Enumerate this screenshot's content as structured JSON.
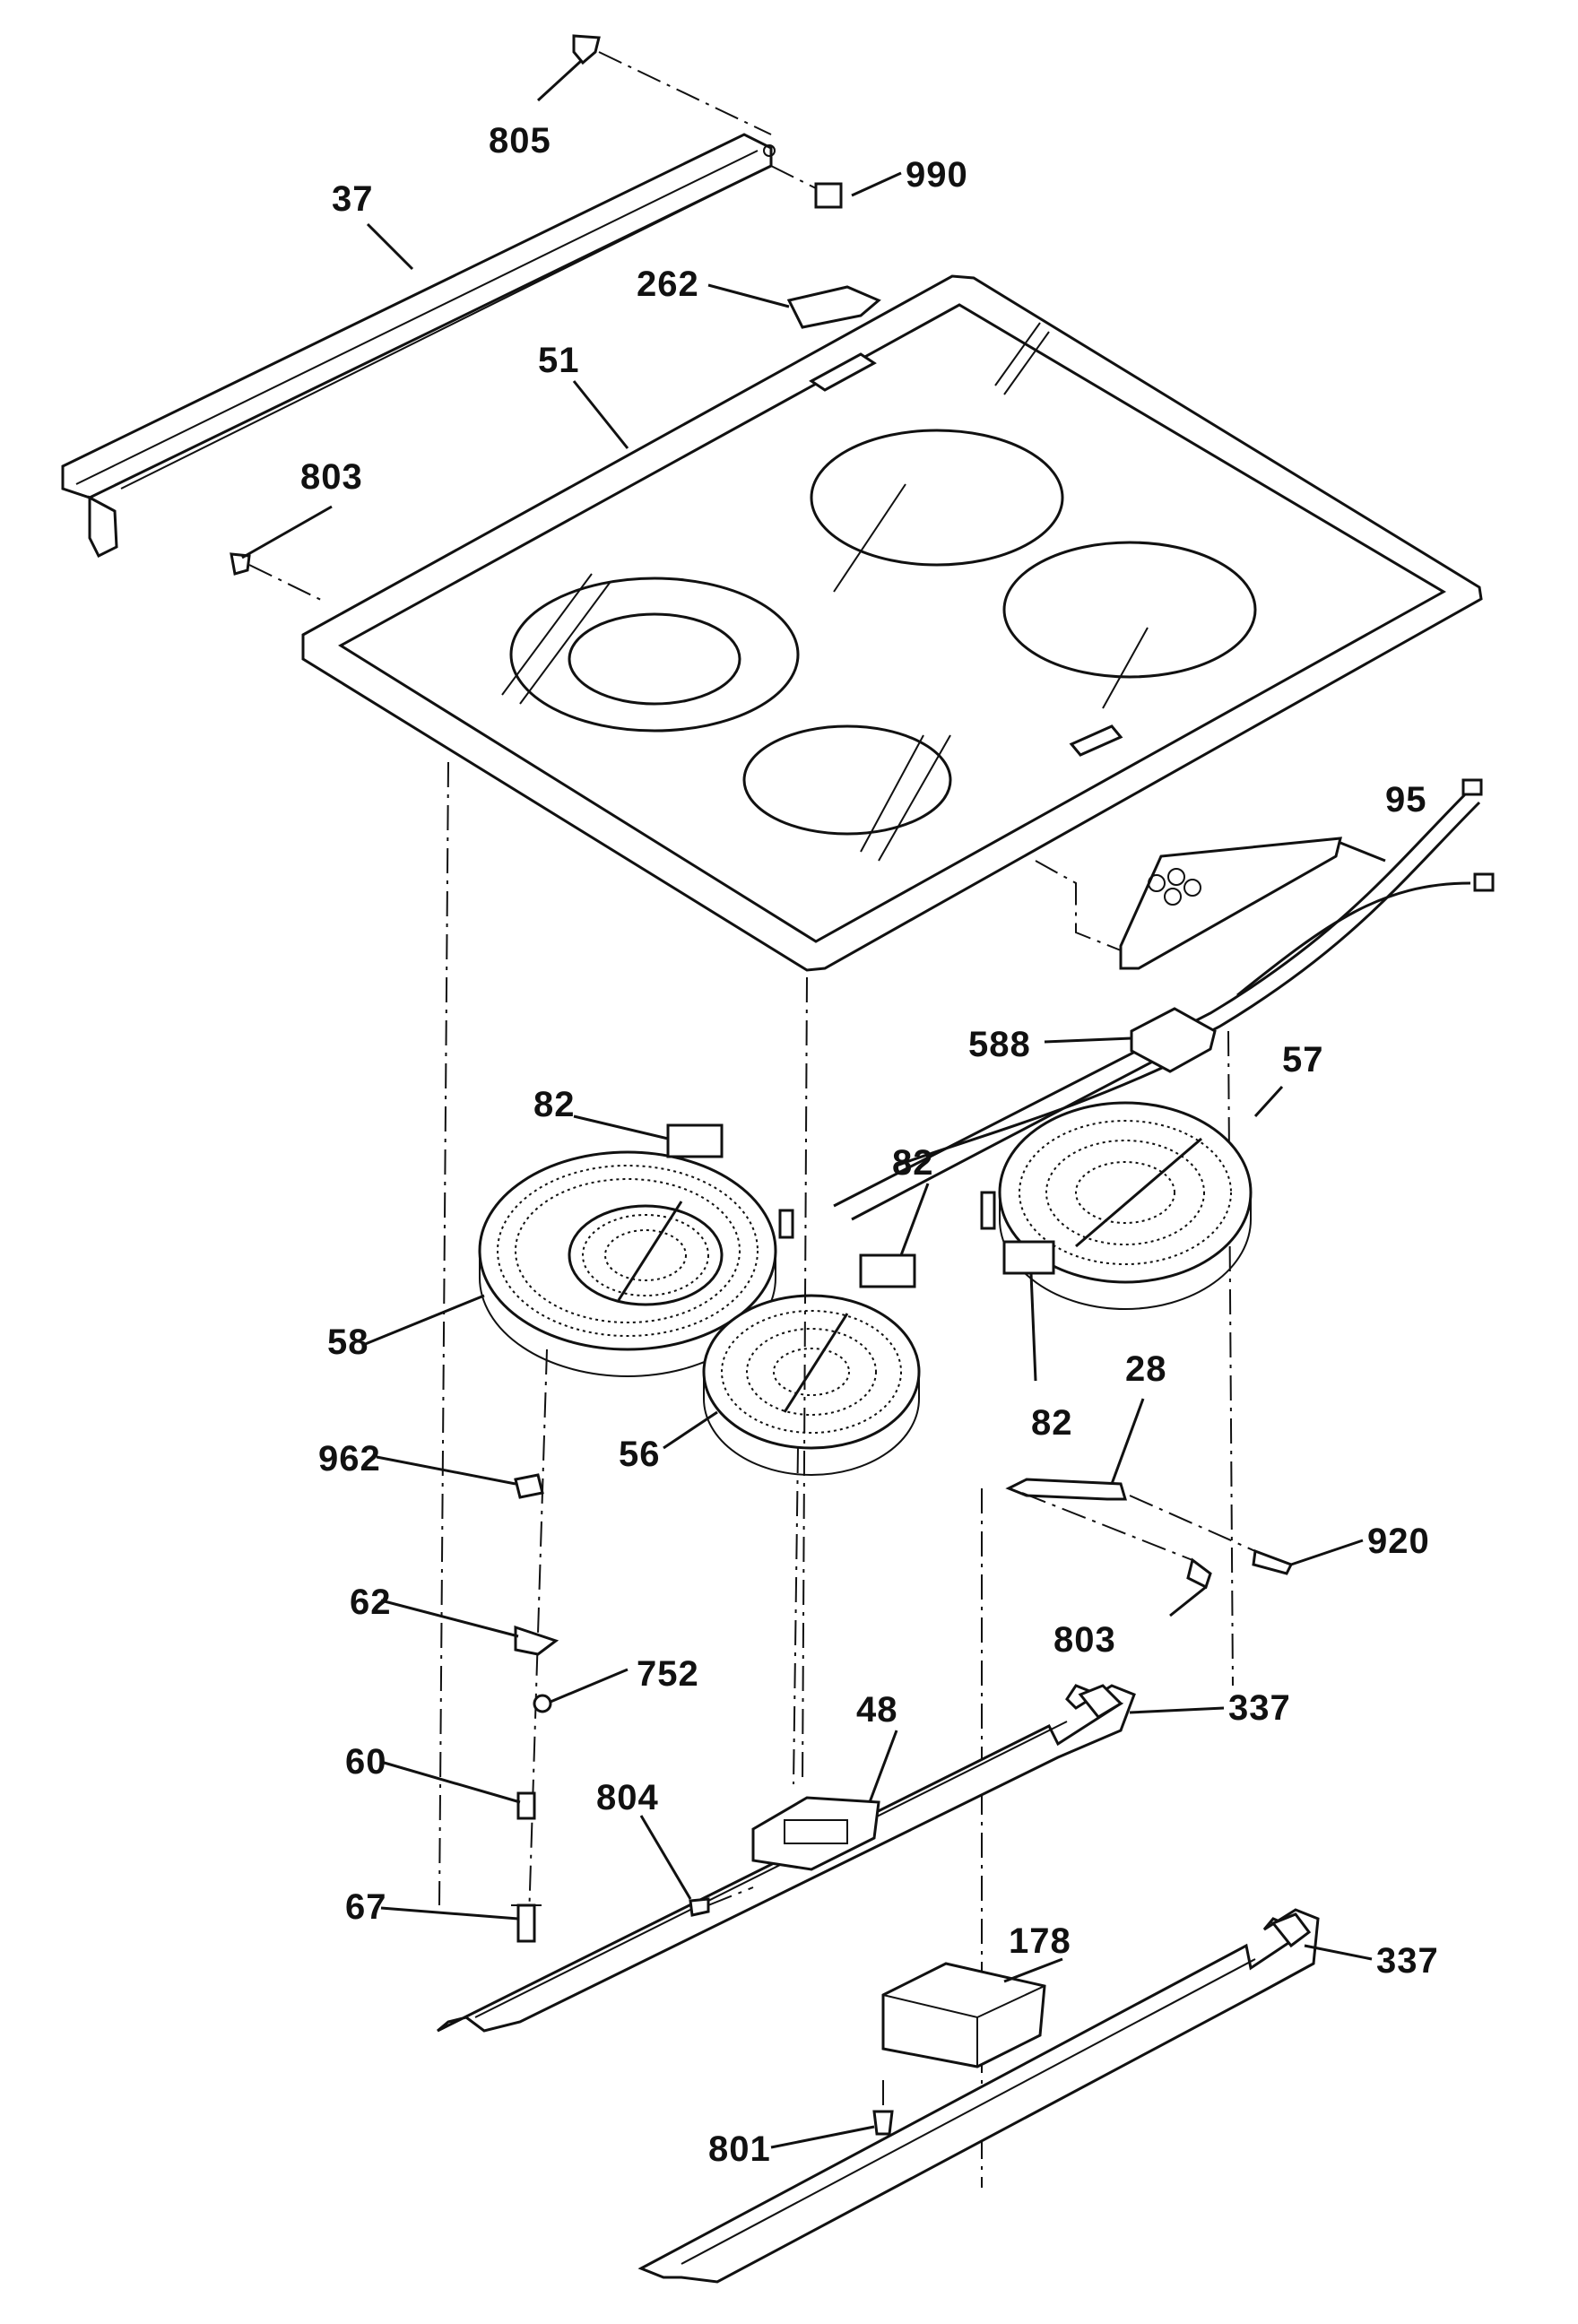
{
  "diagram": {
    "labels": [
      {
        "id": "805a",
        "text": "805"
      },
      {
        "id": "990",
        "text": "990"
      },
      {
        "id": "37",
        "text": "37"
      },
      {
        "id": "262",
        "text": "262"
      },
      {
        "id": "51",
        "text": "51"
      },
      {
        "id": "803a",
        "text": "803"
      },
      {
        "id": "95",
        "text": "95"
      },
      {
        "id": "588",
        "text": "588"
      },
      {
        "id": "57",
        "text": "57"
      },
      {
        "id": "82a",
        "text": "82"
      },
      {
        "id": "82b",
        "text": "82"
      },
      {
        "id": "82c",
        "text": "82"
      },
      {
        "id": "58",
        "text": "58"
      },
      {
        "id": "56",
        "text": "56"
      },
      {
        "id": "28",
        "text": "28"
      },
      {
        "id": "962",
        "text": "962"
      },
      {
        "id": "920",
        "text": "920"
      },
      {
        "id": "62",
        "text": "62"
      },
      {
        "id": "803b",
        "text": "803"
      },
      {
        "id": "752",
        "text": "752"
      },
      {
        "id": "48",
        "text": "48"
      },
      {
        "id": "337a",
        "text": "337"
      },
      {
        "id": "60",
        "text": "60"
      },
      {
        "id": "804",
        "text": "804"
      },
      {
        "id": "178",
        "text": "178"
      },
      {
        "id": "67",
        "text": "67"
      },
      {
        "id": "337b",
        "text": "337"
      },
      {
        "id": "801",
        "text": "801"
      }
    ]
  }
}
